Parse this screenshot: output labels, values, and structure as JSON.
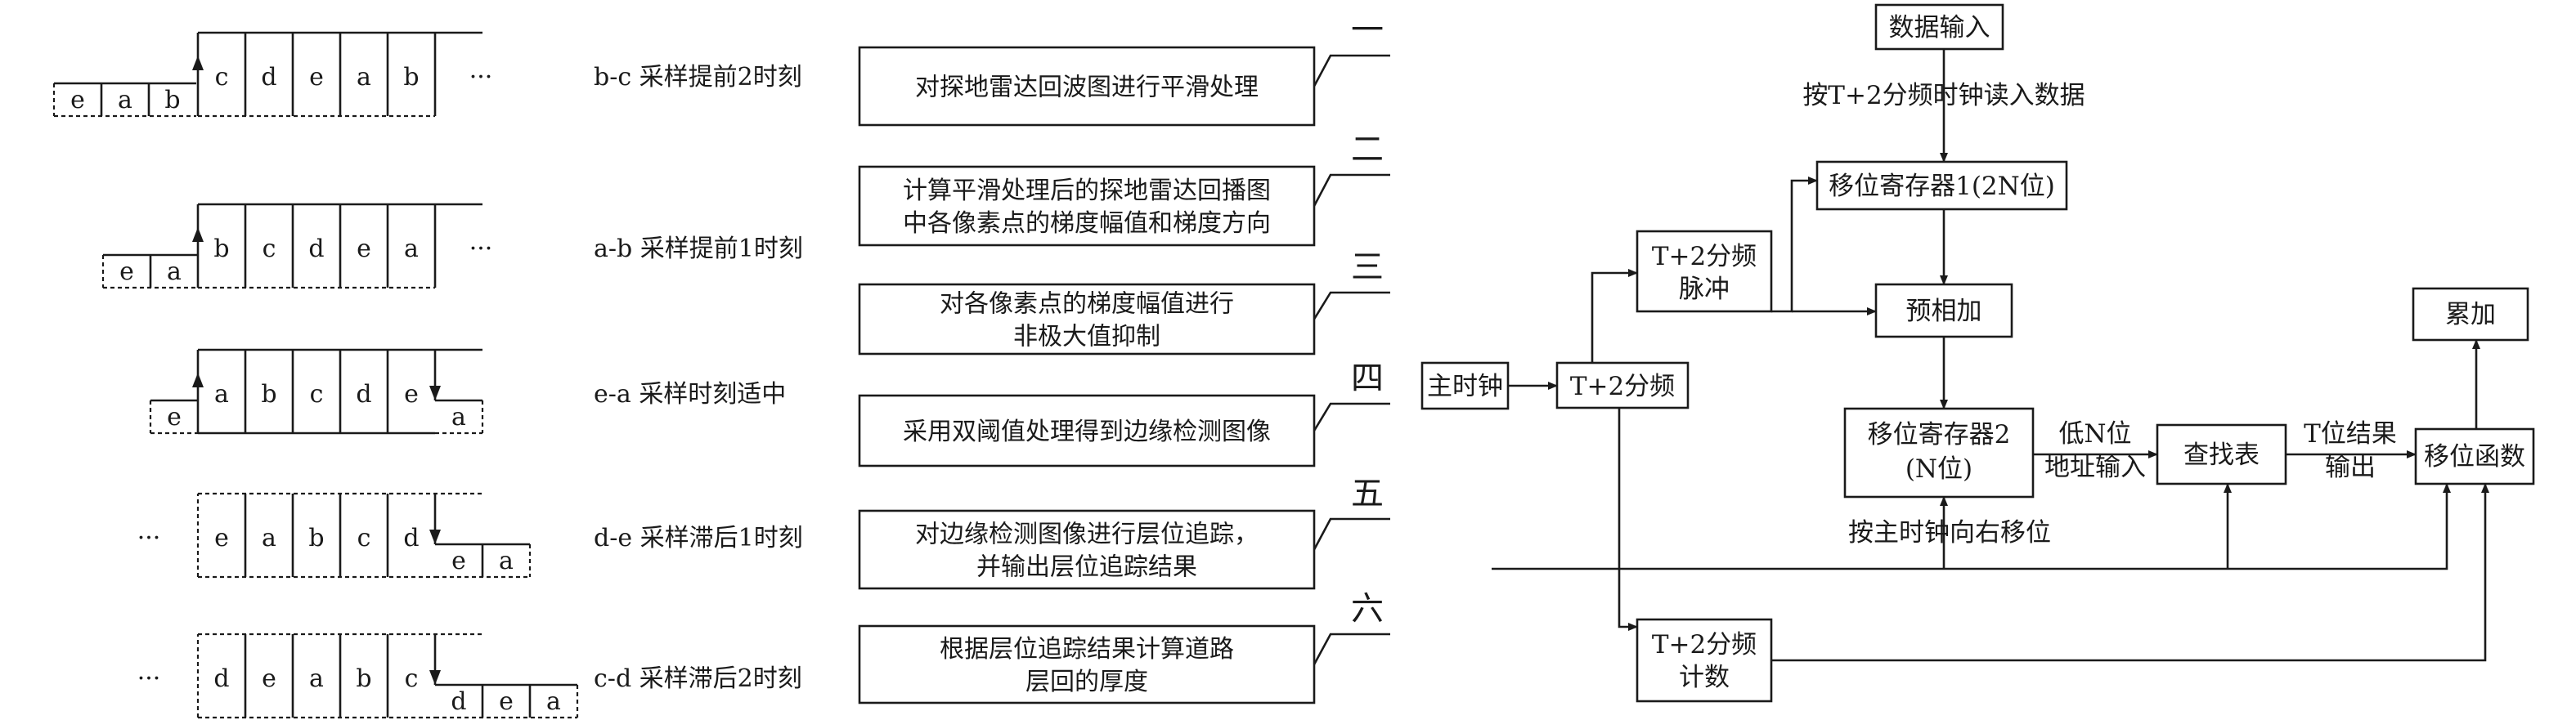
{
  "sampling": [
    {
      "label": "b-c 采样提前2时刻",
      "main_cells": [
        "c",
        "d",
        "e",
        "a",
        "b"
      ],
      "side_cells": [
        "e",
        "a",
        "b"
      ],
      "ellipsis": "···"
    },
    {
      "label": "a-b 采样提前1时刻",
      "main_cells": [
        "b",
        "c",
        "d",
        "e",
        "a"
      ],
      "side_cells": [
        "e",
        "a"
      ],
      "ellipsis": "···"
    },
    {
      "label": "e-a 采样时刻适中",
      "main_cells": [
        "a",
        "b",
        "c",
        "d",
        "e"
      ],
      "side_cells": [
        "e",
        "a"
      ]
    },
    {
      "label": "d-e 采样滞后1时刻",
      "main_cells": [
        "e",
        "a",
        "b",
        "c",
        "d"
      ],
      "side_cells": [
        "e",
        "a"
      ],
      "ellipsis": "···"
    },
    {
      "label": "c-d 采样滞后2时刻",
      "main_cells": [
        "d",
        "e",
        "a",
        "b",
        "c"
      ],
      "side_cells": [
        "d",
        "e",
        "a"
      ],
      "ellipsis": "···"
    }
  ],
  "steps": [
    {
      "num": "一",
      "lines": [
        "对探地雷达回波图进行平滑处理"
      ]
    },
    {
      "num": "二",
      "lines": [
        "计算平滑处理后的探地雷达回播图",
        "中各像素点的梯度幅值和梯度方向"
      ]
    },
    {
      "num": "三",
      "lines": [
        "对各像素点的梯度幅值进行",
        "非极大值抑制"
      ]
    },
    {
      "num": "四",
      "lines": [
        "采用双阈值处理得到边缘检测图像"
      ]
    },
    {
      "num": "五",
      "lines": [
        "对边缘检测图像进行层位追踪，",
        "并输出层位追踪结果"
      ]
    },
    {
      "num": "六",
      "lines": [
        "根据层位追踪结果计算道路",
        "层回的厚度"
      ]
    }
  ],
  "flow": {
    "data_input": "数据输入",
    "read_note": "按T+2分频时钟读入数据",
    "shift_reg1": "移位寄存器1(2N位)",
    "div_pulse": [
      "T+2分频",
      "脉冲"
    ],
    "pre_add": "预相加",
    "accumulate": "累加",
    "main_clock": "主时钟",
    "divider": "T+2分频",
    "shift_reg2": [
      "移位寄存器2",
      "(N位)"
    ],
    "low_addr": [
      "低N位",
      "地址输入"
    ],
    "lookup": "查找表",
    "t_result": [
      "T位结果",
      "输出"
    ],
    "shift_func": "移位函数",
    "right_shift_note": "按主时钟向右移位",
    "div_count": [
      "T+2分频",
      "计数"
    ]
  }
}
